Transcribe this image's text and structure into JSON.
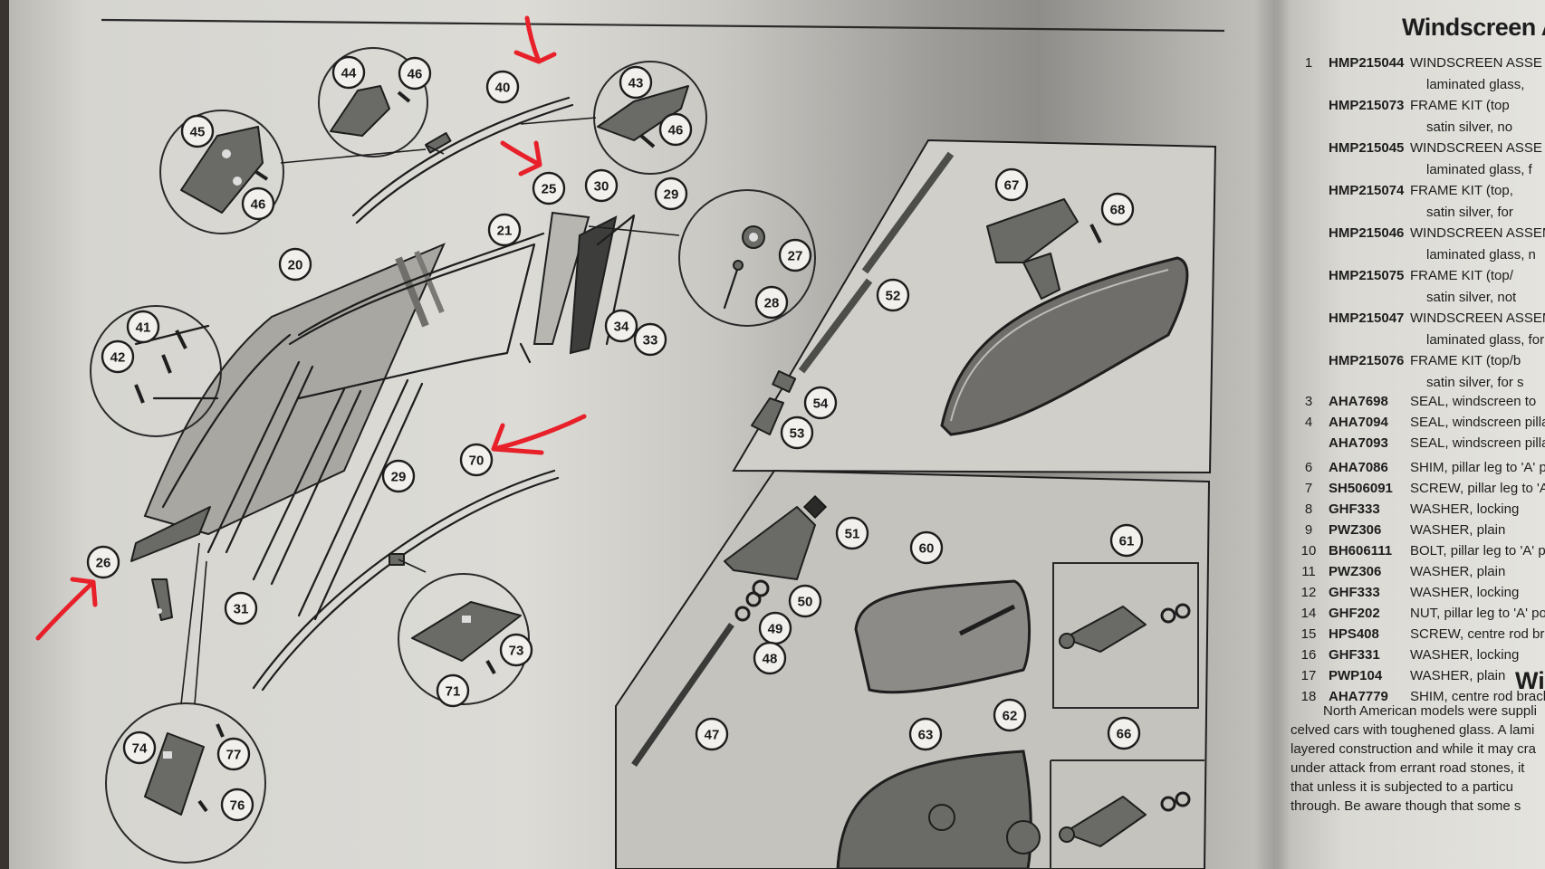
{
  "diagram": {
    "callouts": [
      "40",
      "44",
      "46",
      "45",
      "46",
      "43",
      "46",
      "25",
      "30",
      "29",
      "21",
      "20",
      "27",
      "28",
      "41",
      "42",
      "34",
      "33",
      "70",
      "29",
      "26",
      "31",
      "74",
      "77",
      "76",
      "73",
      "71",
      "67",
      "68",
      "52",
      "54",
      "53",
      "51",
      "50",
      "49",
      "48",
      "47",
      "60",
      "61",
      "63",
      "62",
      "66"
    ]
  },
  "parts_list": {
    "title": "Windscreen As",
    "rows": [
      {
        "ref": "1",
        "pn": "HMP215044",
        "desc": "WINDSCREEN ASSE",
        "cont": "laminated glass,"
      },
      {
        "ref": "",
        "pn": "HMP215073",
        "desc": "FRAME KIT (top",
        "cont": "satin silver, no"
      },
      {
        "ref": "",
        "pn": "HMP215045",
        "desc": "WINDSCREEN ASSE",
        "cont": "laminated glass, f"
      },
      {
        "ref": "",
        "pn": "HMP215074",
        "desc": "FRAME KIT (top,",
        "cont": "satin silver, for"
      },
      {
        "ref": "",
        "pn": "HMP215046",
        "desc": "WINDSCREEN ASSEM",
        "cont": "laminated glass, n"
      },
      {
        "ref": "",
        "pn": "HMP215075",
        "desc": "FRAME KIT (top/",
        "cont": "satin silver, not"
      },
      {
        "ref": "",
        "pn": "HMP215047",
        "desc": "WINDSCREEN ASSEM",
        "cont": "laminated glass, for"
      },
      {
        "ref": "",
        "pn": "HMP215076",
        "desc": "FRAME KIT (top/b",
        "cont": "satin silver, for s"
      },
      {
        "ref": "3",
        "pn": "AHA7698",
        "desc": "SEAL, windscreen to"
      },
      {
        "ref": "4",
        "pn": "AHA7094",
        "desc": "SEAL, windscreen pilla"
      },
      {
        "ref": "",
        "pn": "AHA7093",
        "desc": "SEAL, windscreen pilla"
      },
      {
        "ref": "6",
        "pn": "AHA7086",
        "desc": "SHIM, pillar leg to 'A' p"
      },
      {
        "ref": "7",
        "pn": "SH506091",
        "desc": "SCREW, pillar leg to 'A'"
      },
      {
        "ref": "8",
        "pn": "GHF333",
        "desc": "WASHER, locking"
      },
      {
        "ref": "9",
        "pn": "PWZ306",
        "desc": "WASHER, plain"
      },
      {
        "ref": "10",
        "pn": "BH606111",
        "desc": "BOLT, pillar leg to 'A' pos"
      },
      {
        "ref": "11",
        "pn": "PWZ306",
        "desc": "WASHER, plain"
      },
      {
        "ref": "12",
        "pn": "GHF333",
        "desc": "WASHER, locking"
      },
      {
        "ref": "14",
        "pn": "GHF202",
        "desc": "NUT, pillar leg to 'A' post"
      },
      {
        "ref": "15",
        "pn": "HPS408",
        "desc": "SCREW, centre rod bracke"
      },
      {
        "ref": "16",
        "pn": "GHF331",
        "desc": "WASHER, locking"
      },
      {
        "ref": "17",
        "pn": "PWP104",
        "desc": "WASHER, plain"
      },
      {
        "ref": "18",
        "pn": "AHA7779",
        "desc": "SHIM, centre rod bracket"
      }
    ],
    "sub_heading": "Win",
    "paragraph": [
      "North American models were suppli",
      "celved cars with toughened glass. A lami",
      "layered construction and while it may cra",
      "under attack from errant road stones, it",
      "that unless it is subjected to a particu",
      "through. Be aware though that some s"
    ]
  },
  "colors": {
    "annotation": "#e8202a",
    "ink": "#1e1e1e",
    "paper": "#dcdbd6"
  }
}
